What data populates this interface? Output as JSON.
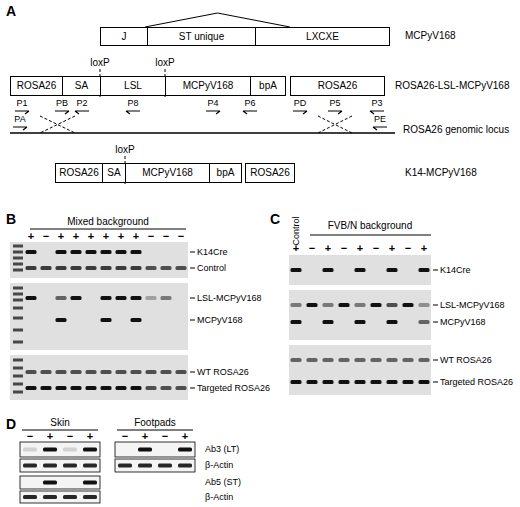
{
  "diagram": {
    "nodes": [
      {
        "text": [
          "J"
        ]
      },
      {
        "text": [
          "ST unique"
        ]
      },
      {
        "text": [
          "LXCXE"
        ]
      },
      {
        "text": [
          "ROSA26"
        ]
      },
      {
        "text": [
          "SA"
        ]
      },
      {
        "text": [
          "LSL"
        ]
      },
      {
        "text": [
          "MCPyV168"
        ]
      },
      {
        "text": [
          "bpA"
        ]
      },
      {
        "text": [
          "ROSA26"
        ]
      },
      {
        "text": [
          "ROSA26"
        ]
      },
      {
        "text": [
          "SA"
        ]
      },
      {
        "text": [
          "MCPyV168"
        ]
      },
      {
        "text": [
          "bpA"
        ]
      },
      {
        "text": [
          "ROSA26"
        ]
      }
    ],
    "edges": [
      {
        "from": 0,
        "to": 2,
        "arrow": "none"
      }
    ],
    "labels": [
      "A",
      "MCPyV168",
      "loxP",
      "loxP",
      "ROSA26-LSL-MCPyV168",
      "P1",
      "PB",
      "P2",
      "P8",
      "P4",
      "P6",
      "PD",
      "P5",
      "P3",
      "PA",
      "PE",
      "ROSA26 genomic locus",
      "loxP",
      "K14-MCPyV168",
      "B",
      "Mixed background",
      "+",
      "−",
      "+",
      "+",
      "+",
      "+",
      "+",
      "+",
      "−",
      "−",
      "−",
      "K14Cre",
      "Control",
      "LSL-MCPyV168",
      "MCPyV168",
      "WT ROSA26",
      "Targeted ROSA26",
      "C",
      "FVB/N background",
      "Control",
      "+",
      "−",
      "+",
      "−",
      "+",
      "−",
      "+",
      "−",
      "+",
      "K14Cre",
      "LSL-MCPyV168",
      "MCPyV168",
      "WT ROSA26",
      "Targeted ROSA26",
      "D",
      "Skin",
      "Footpads",
      "−",
      "+",
      "−",
      "+",
      "−",
      "+",
      "−",
      "+",
      "Ab3 (LT)",
      "β-Actin",
      "Ab5 (ST)",
      "β-Actin"
    ]
  }
}
